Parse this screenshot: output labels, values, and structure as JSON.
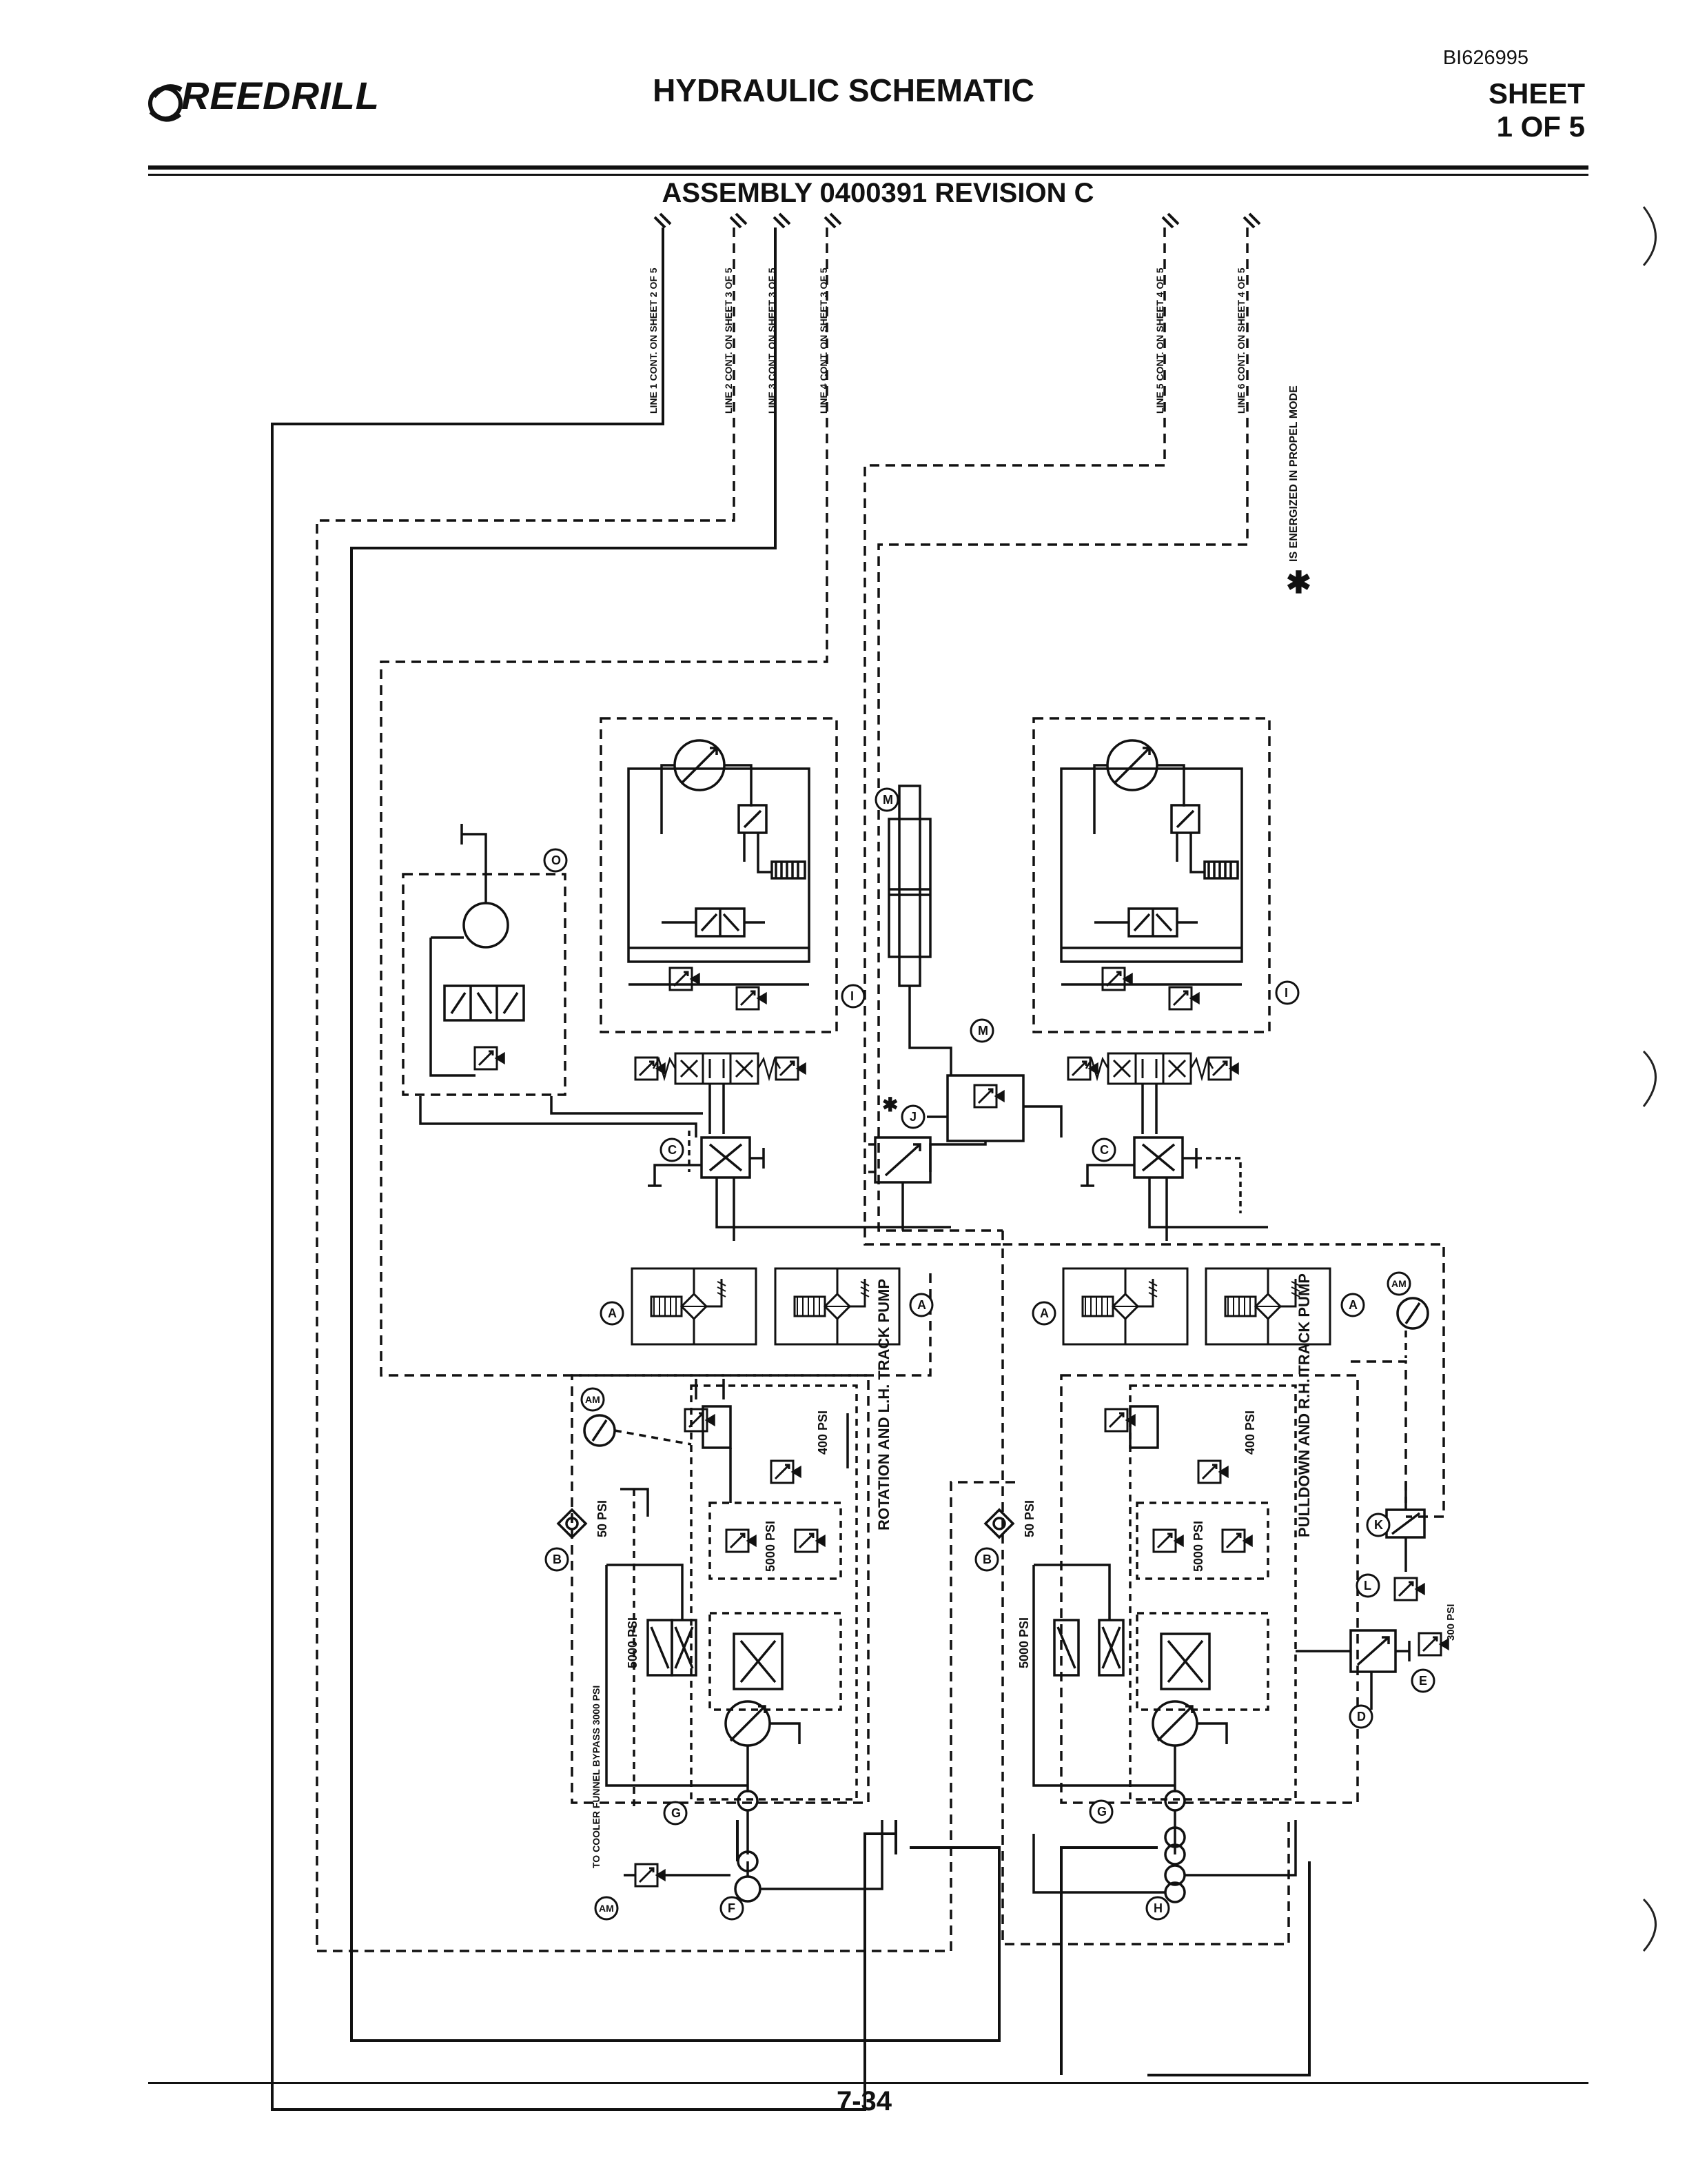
{
  "header": {
    "logo_text": "REEDRILL",
    "doc_id": "BI626995",
    "title": "HYDRAULIC SCHEMATIC",
    "sheet_line1": "SHEET",
    "sheet_line2": "1 OF 5",
    "subtitle": "ASSEMBLY 0400391 REVISION C"
  },
  "line_refs": [
    "LINE 1 CONT. ON SHEET 2 OF 5",
    "LINE 2 CONT. ON SHEET 3 OF 5",
    "LINE 3 CONT. ON SHEET 3 OF 5",
    "LINE 4 CONT. ON SHEET 3 OF 5",
    "LINE 5 CONT. ON SHEET 4 OF 5",
    "LINE 6 CONT. ON SHEET 4 OF 5"
  ],
  "note": "IS ENERGIZED IN PROPEL MODE",
  "components": {
    "A": "A",
    "B": "B",
    "C": "C",
    "D": "D",
    "E": "E",
    "F": "F",
    "G": "G",
    "H": "H",
    "I": "I",
    "J": "J",
    "K": "K",
    "L": "L",
    "M": "M",
    "O": "O",
    "AM": "AM"
  },
  "pump_labels": {
    "left": "ROTATION AND L.H. TRACK PUMP",
    "right": "PULLDOWN AND R.H. TRACK PUMP"
  },
  "pressures": {
    "p5000": "5000 PSI",
    "p400": "400 PSI",
    "p50": "50 PSI",
    "p3000": "3000 PSI",
    "p300": "300 PSI"
  },
  "cooler_label": "TO COOLER FUNNEL BYPASS 3000 PSI",
  "page_number": "7-34"
}
